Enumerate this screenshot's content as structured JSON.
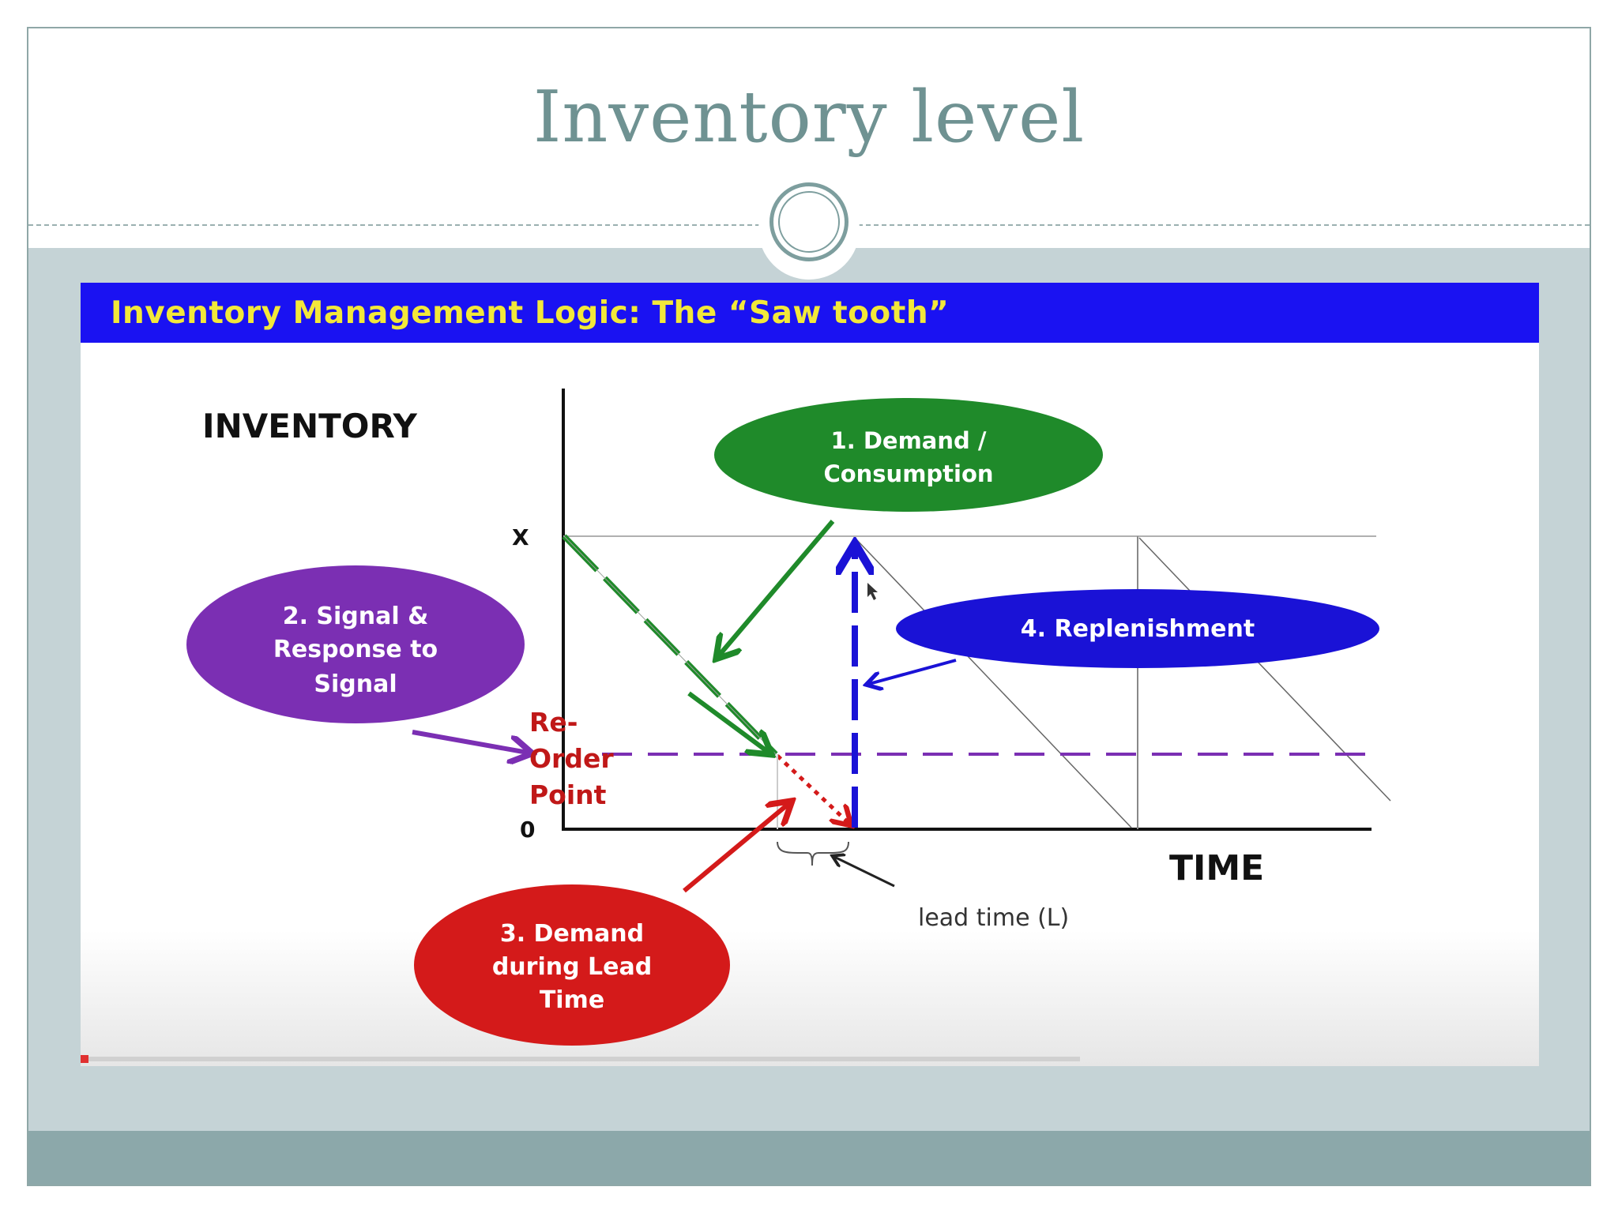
{
  "slide": {
    "title": "Inventory level"
  },
  "figure": {
    "header": "Inventory Management Logic: The “Saw tooth”",
    "y_axis_label": "INVENTORY",
    "x_axis_label": "TIME",
    "y_max_label": "X",
    "y_zero_label": "0",
    "reorder_point_lines": [
      "Re-",
      "Order",
      "Point"
    ],
    "lead_time_label": "lead time (L)",
    "callouts": {
      "demand": [
        "1. Demand /",
        "Consumption"
      ],
      "signal": [
        "2. Signal &",
        "Response to",
        "Signal"
      ],
      "lead_demand": [
        "3. Demand",
        "during Lead",
        "Time"
      ],
      "replenishment": [
        "4. Replenishment"
      ]
    }
  },
  "colors": {
    "header_band": "#1a12f2",
    "header_text": "#f2e83a",
    "demand": "#1f8a2a",
    "signal": "#7b2fb3",
    "lead_demand": "#d41a1a",
    "replenishment": "#1a12d6",
    "title": "#6f9292"
  }
}
